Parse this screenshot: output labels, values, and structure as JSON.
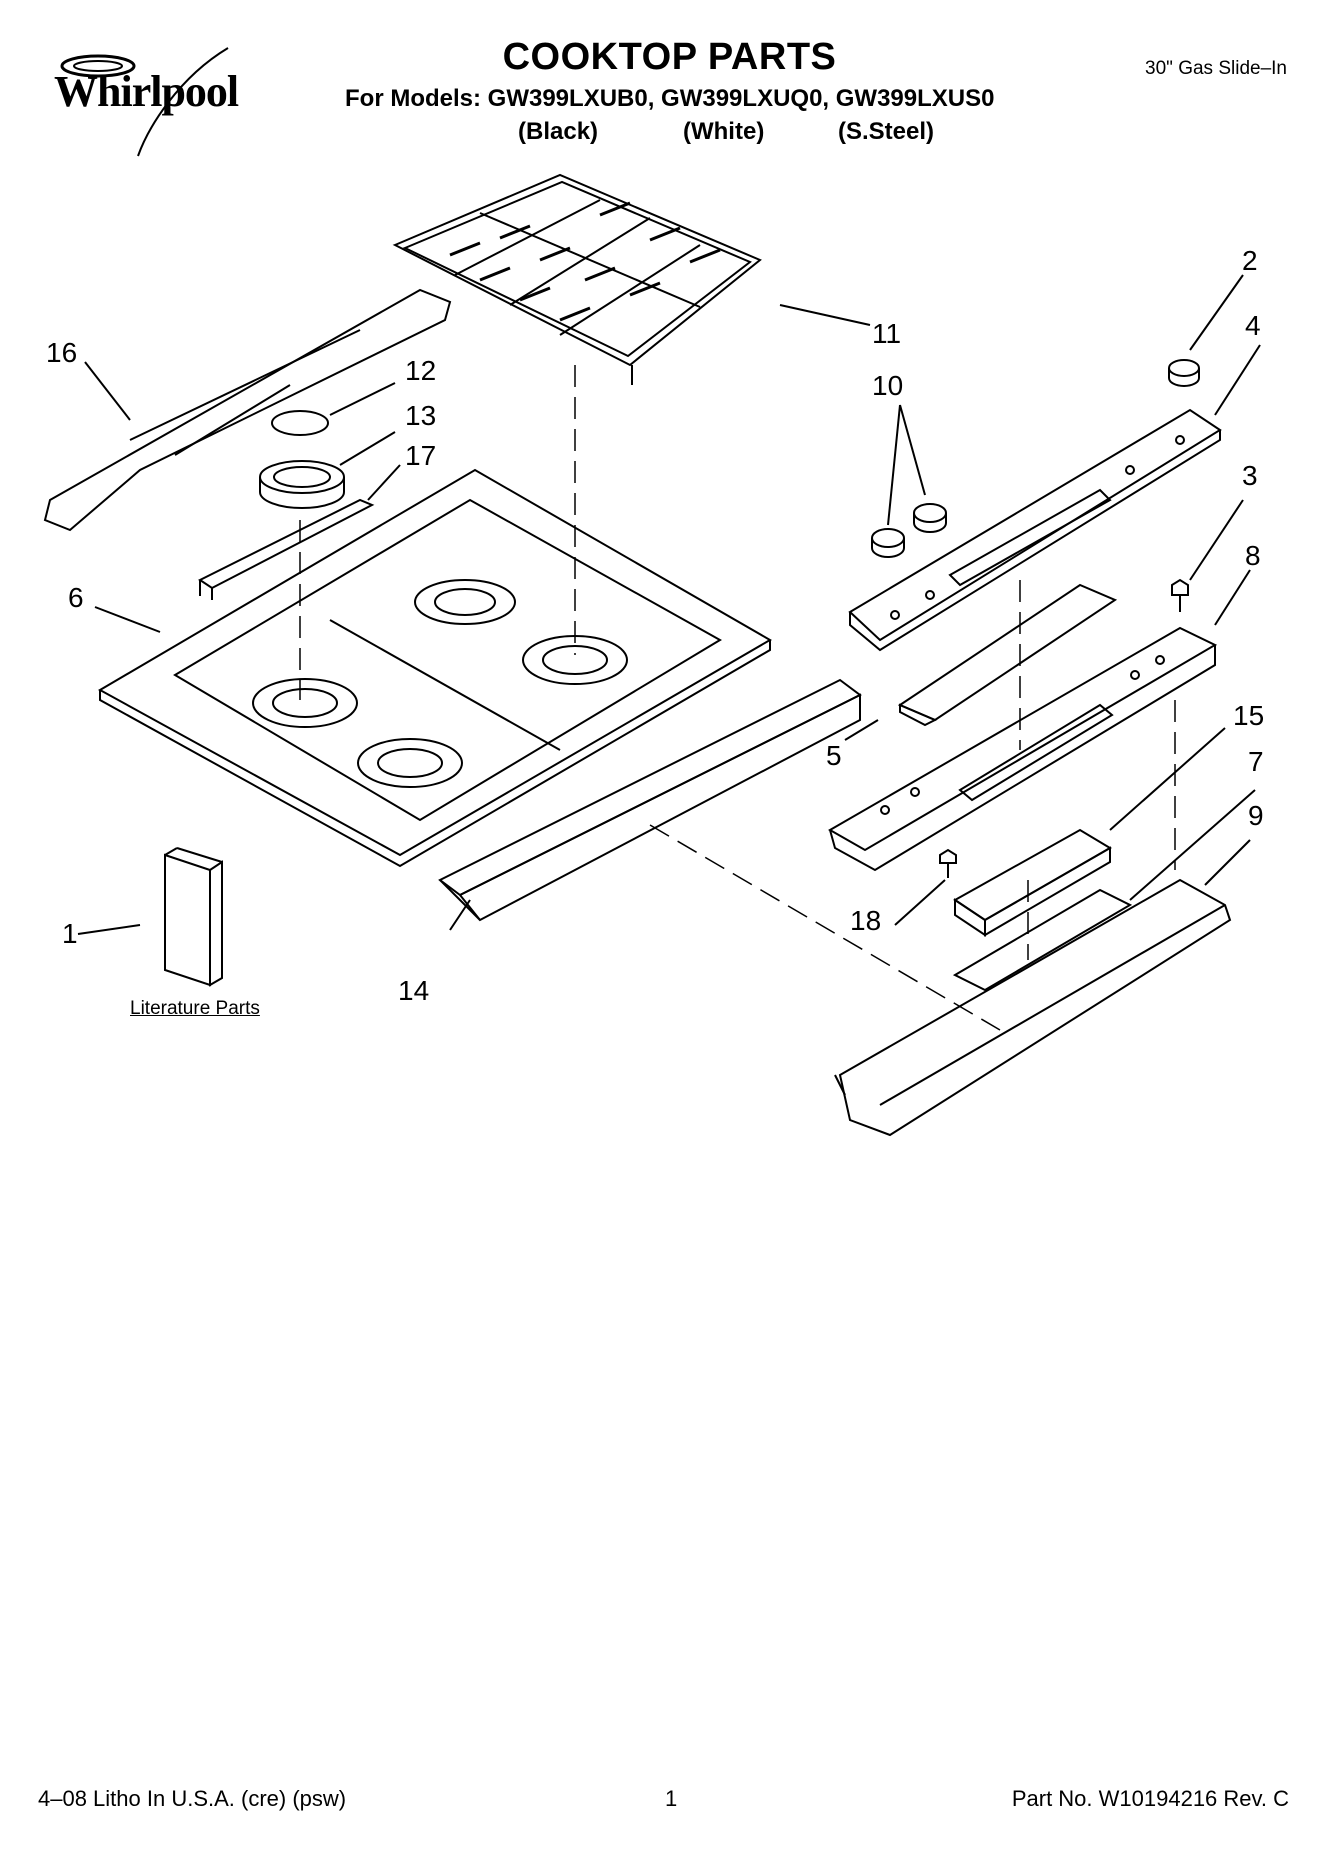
{
  "header": {
    "brand": "Whirlpool",
    "title": "COOKTOP PARTS",
    "models_line": "For Models: GW399LXUB0, GW399LXUQ0, GW399LXUS0",
    "variants": [
      "(Black)",
      "(White)",
      "(S.Steel)"
    ],
    "series": "30\" Gas Slide–In"
  },
  "callouts": [
    "1",
    "2",
    "3",
    "4",
    "5",
    "6",
    "7",
    "8",
    "9",
    "10",
    "11",
    "12",
    "13",
    "14",
    "15",
    "16",
    "17",
    "18"
  ],
  "literature_label": "Literature Parts",
  "footer": {
    "left": "4–08 Litho In U.S.A. (cre) (psw)",
    "page": "1",
    "part_no": "Part No. W10194216 Rev. C"
  }
}
